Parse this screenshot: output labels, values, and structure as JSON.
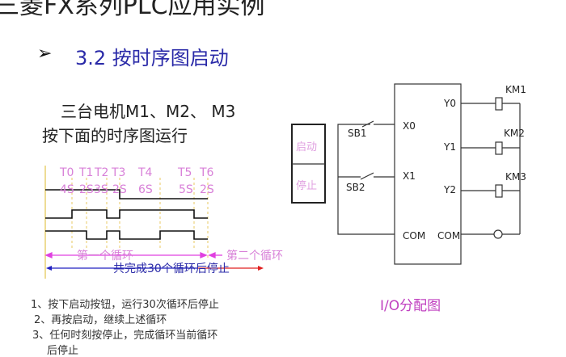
{
  "slide": {
    "title": "三菱FX系列PLC应用实例",
    "bullet_icon": "arrow-bullet-icon",
    "heading": "3.2  按时序图启动",
    "desc_line1": "三台电机M1、M2、 M3",
    "desc_line2": "按下面的时序图运行"
  },
  "timing": {
    "timers": [
      {
        "name": "T0",
        "time": "4S"
      },
      {
        "name": "T1",
        "time": "2S"
      },
      {
        "name": "T2",
        "time": "3S"
      },
      {
        "name": "T3",
        "time": "2S"
      },
      {
        "name": "T4",
        "time": "6S"
      },
      {
        "name": "T5",
        "time": "5S"
      },
      {
        "name": "T6",
        "time": "2S"
      }
    ],
    "cycle1": "第一个循环",
    "cycle2": "第二个循环",
    "total": "共完成30个循环后停止"
  },
  "notes": [
    "1、按下启动按钮，运行30次循环后停止",
    "2、再按启动，继续上述循环",
    "3、任何时刻按停止，完成循环当前循环",
    "后停止"
  ],
  "io": {
    "start_btn": "启动",
    "stop_btn": "停止",
    "sb1": "SB1",
    "sb2": "SB2",
    "x0": "X0",
    "x1": "X1",
    "com_in": "COM",
    "y0": "Y0",
    "y1": "Y1",
    "y2": "Y2",
    "com_out": "COM",
    "km1": "KM1",
    "km2": "KM2",
    "km3": "KM3",
    "caption": "I/O分配图"
  }
}
